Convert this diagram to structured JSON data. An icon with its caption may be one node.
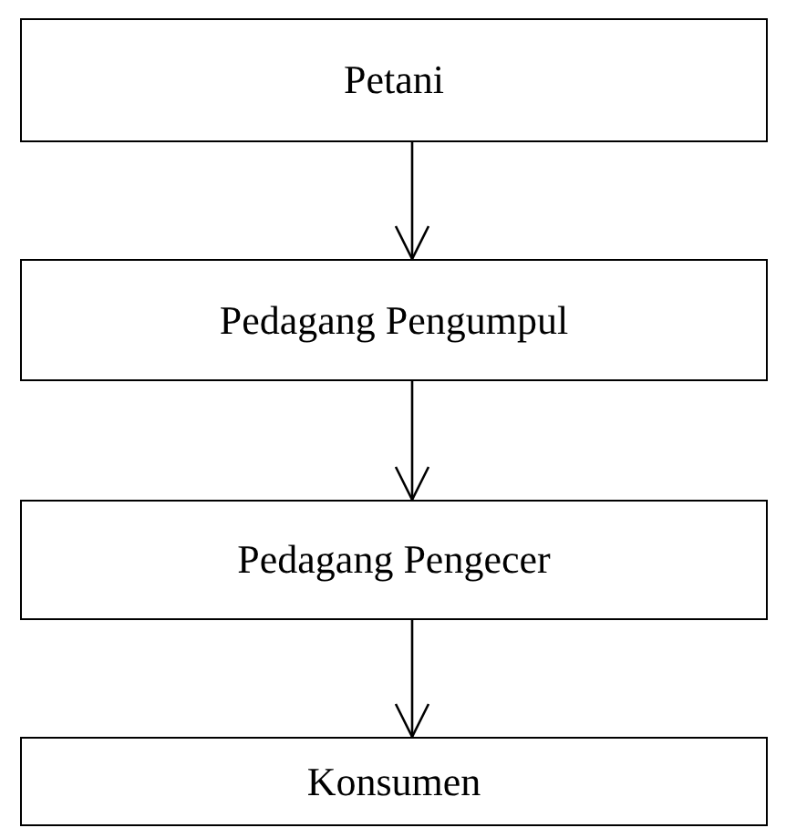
{
  "diagram": {
    "nodes": [
      {
        "text": [
          "Petani"
        ]
      },
      {
        "text": [
          "Pedagang Pengumpul"
        ]
      },
      {
        "text": [
          "Pedagang Pengecer"
        ]
      },
      {
        "text": [
          "Konsumen"
        ]
      }
    ],
    "edges": [
      {
        "from": 0,
        "to": 1,
        "arrow": "to"
      },
      {
        "from": 1,
        "to": 2,
        "arrow": "to"
      },
      {
        "from": 2,
        "to": 3,
        "arrow": "to"
      }
    ]
  }
}
